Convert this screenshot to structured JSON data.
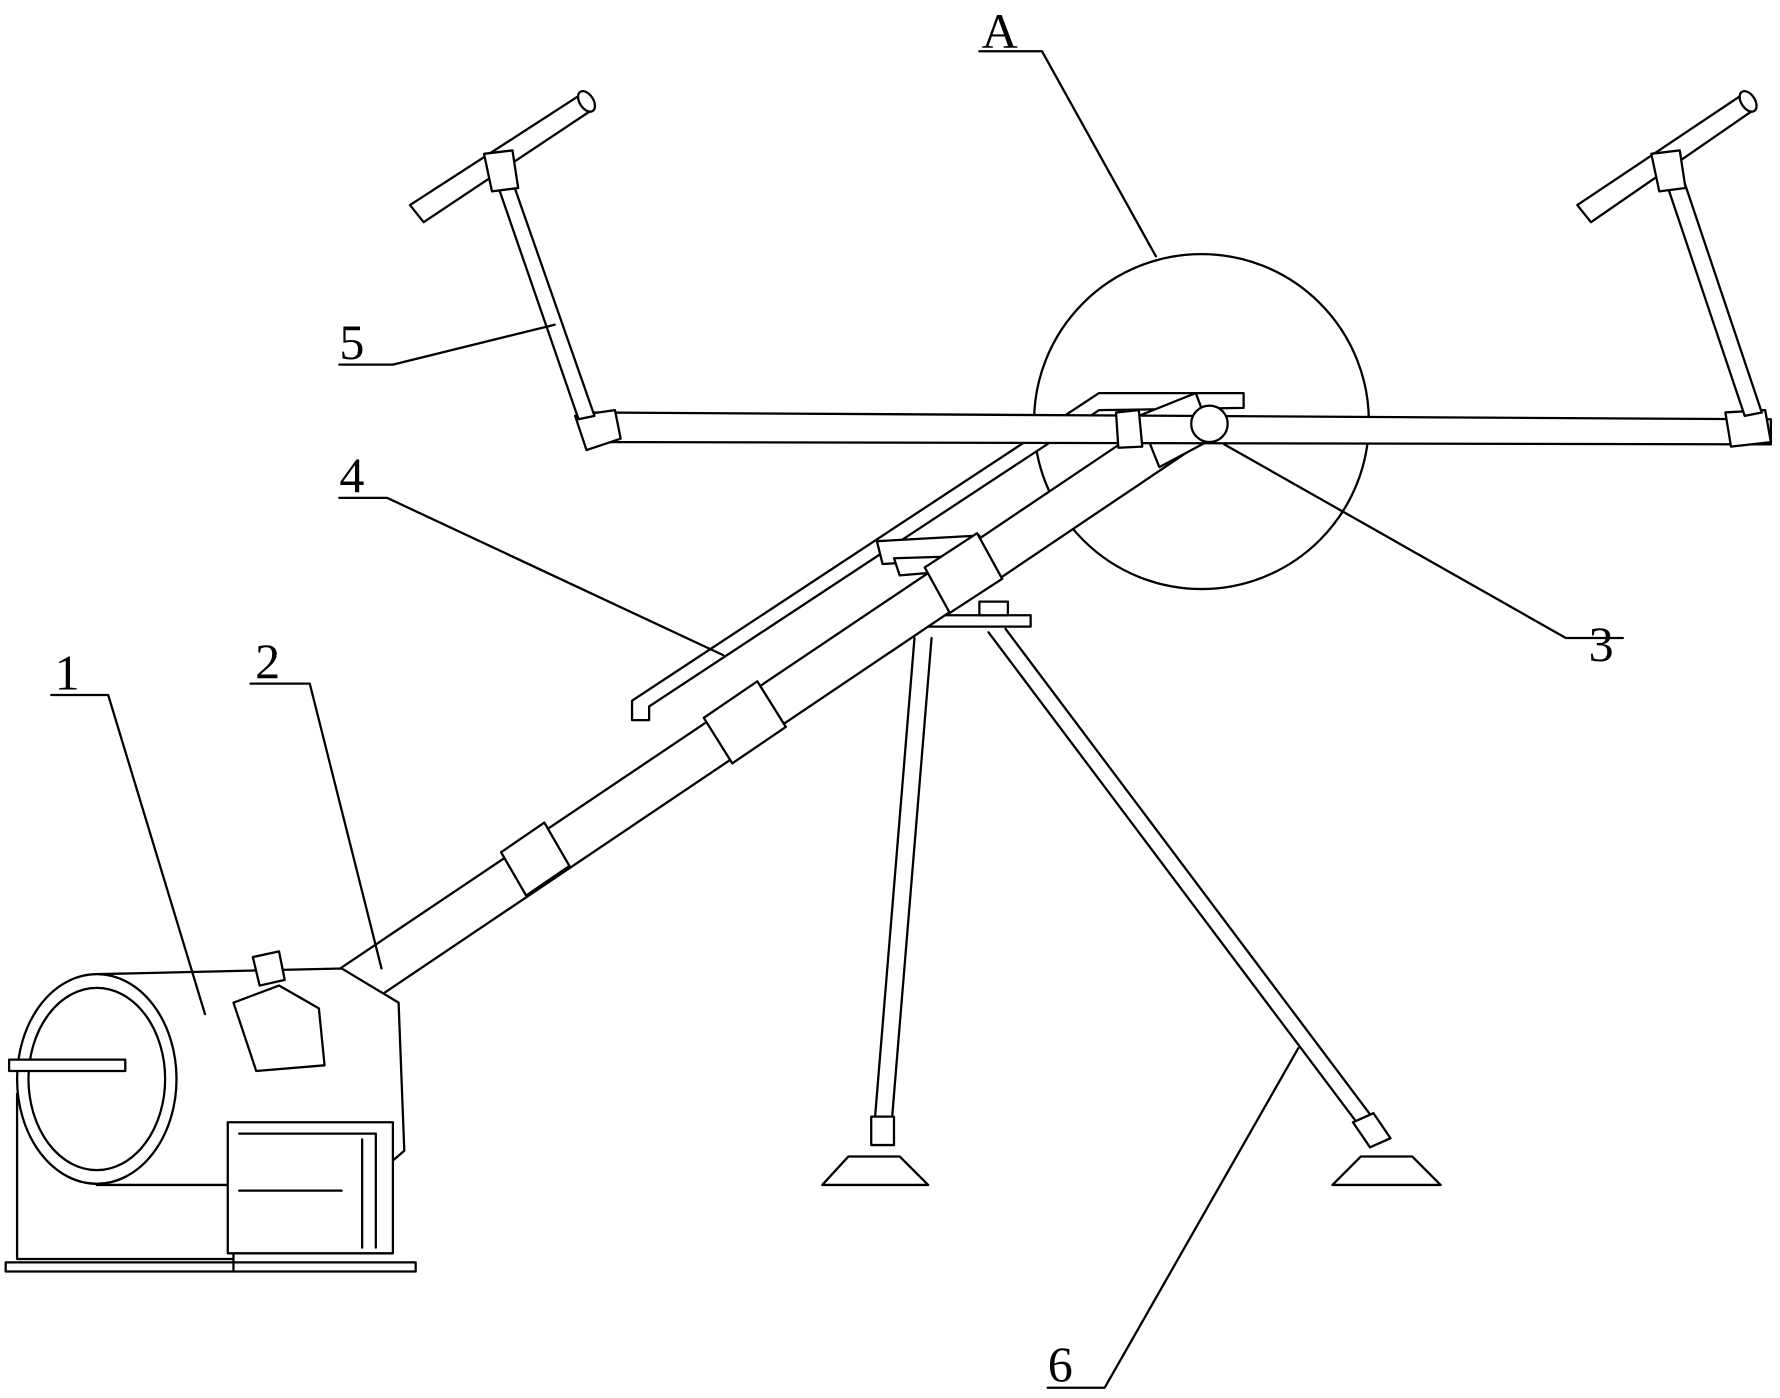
{
  "figure": {
    "labels": {
      "A": "A",
      "one": "1",
      "two": "2",
      "three": "3",
      "four": "4",
      "five": "5",
      "six": "6"
    },
    "line_color": "#000000",
    "background": "#ffffff"
  }
}
